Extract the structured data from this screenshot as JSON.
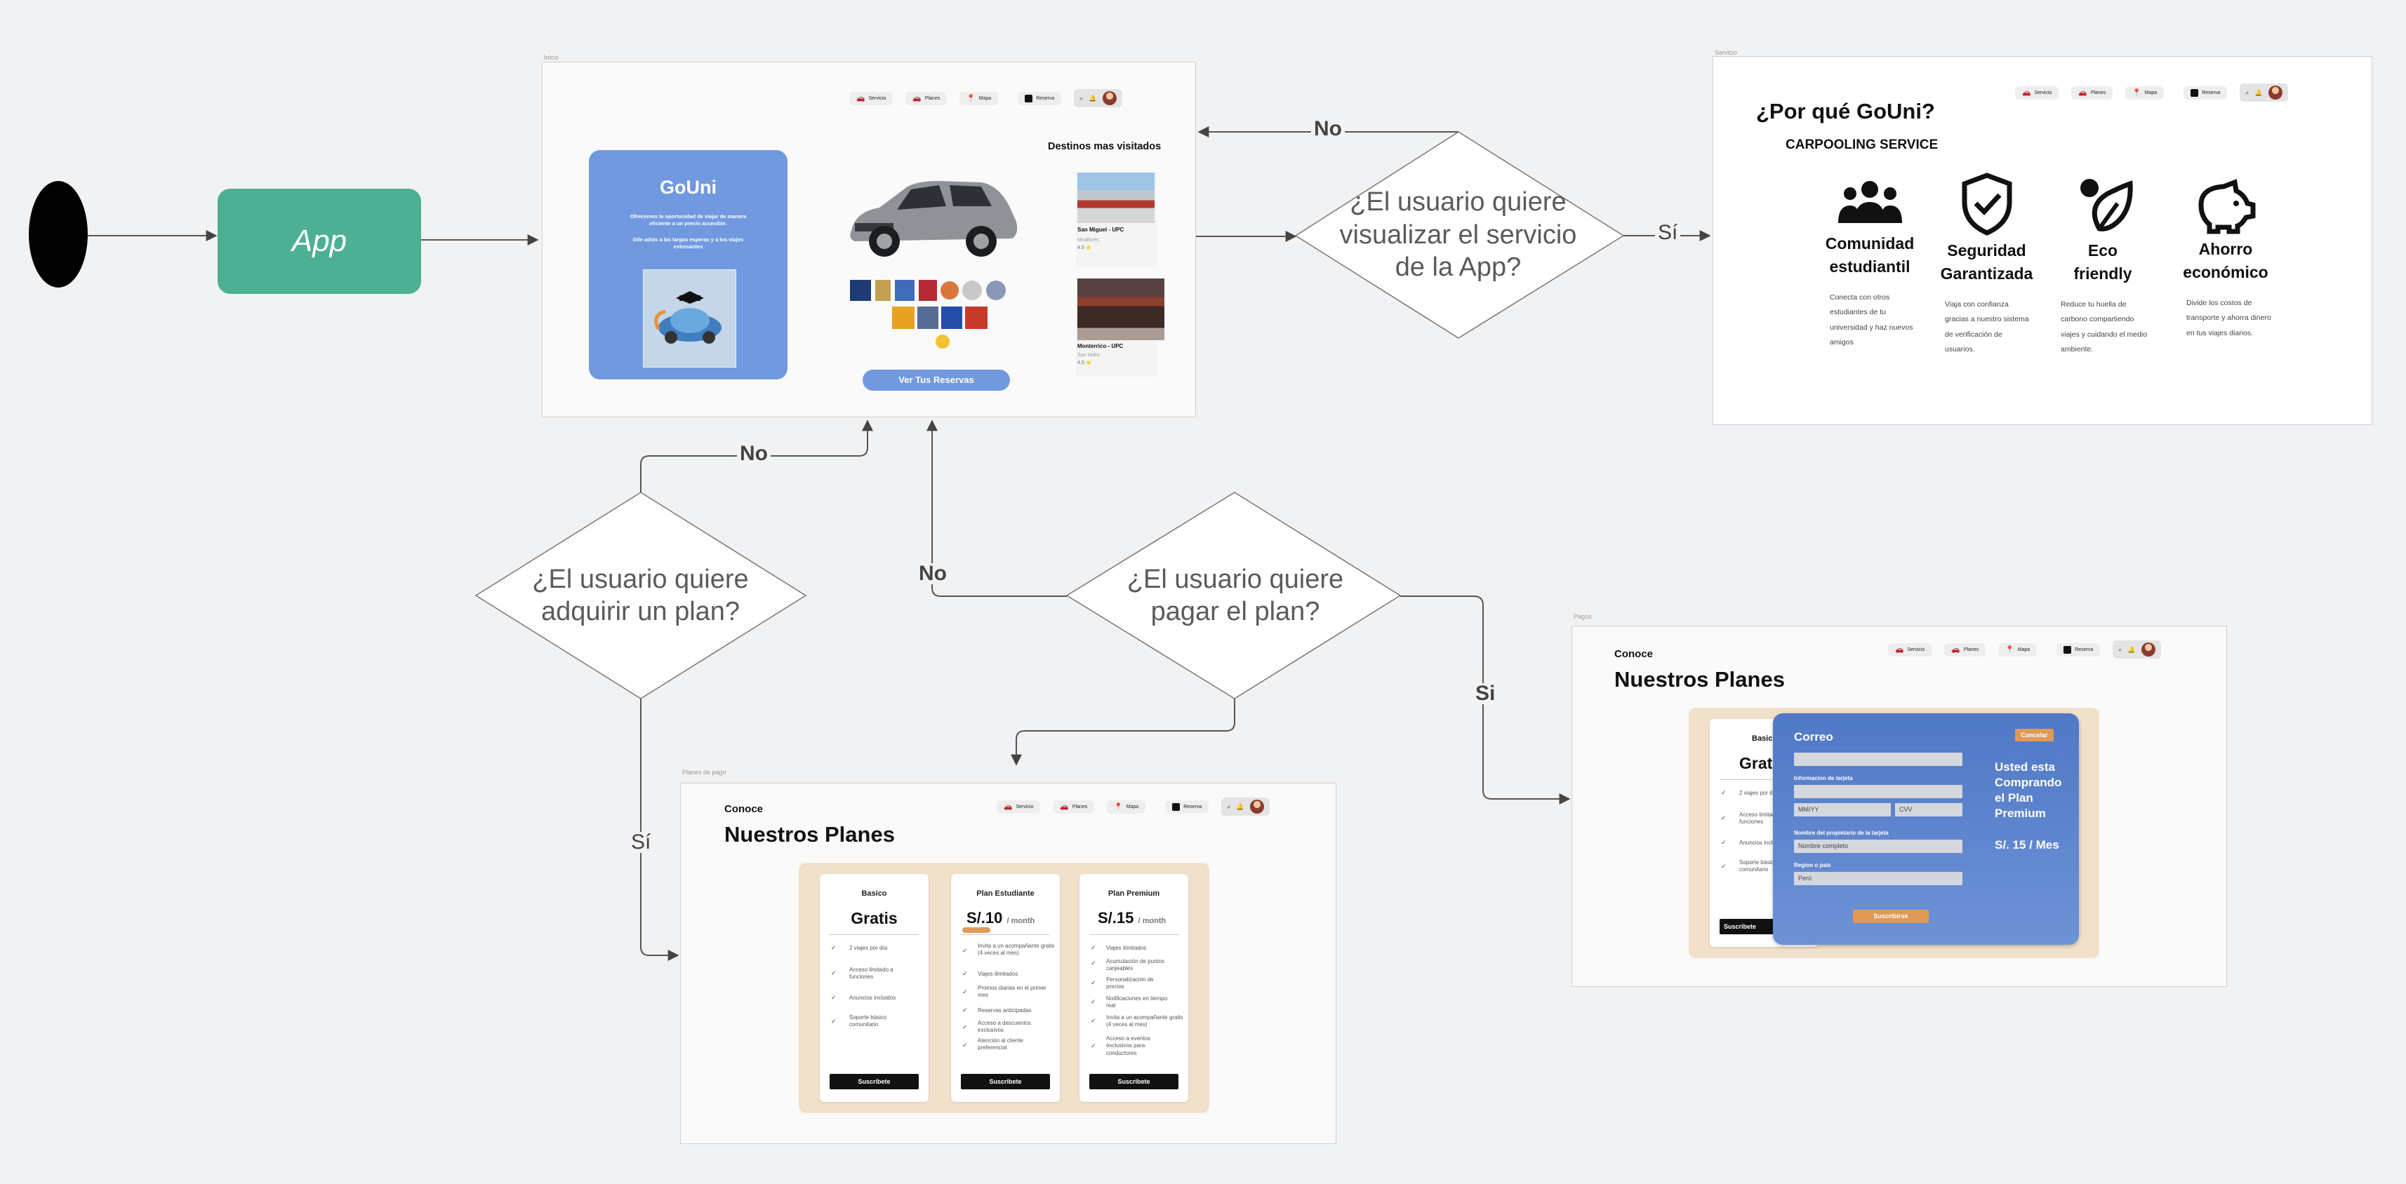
{
  "flow": {
    "app_label": "App",
    "decision_servicio": "¿El usuario quiere visualizar el servicio de la App?",
    "decision_adquirir": "¿El usuario quiere adquirir un plan?",
    "decision_pagar": "¿El usuario quiere pagar el plan?",
    "label_no_servicio": "No",
    "label_si_servicio": "Sí",
    "label_no_adquirir": "No",
    "label_si_adquirir": "Sí",
    "label_no_pagar": "No",
    "label_si_pagar": "Si"
  },
  "nav": {
    "servicio": "Servicio",
    "planes": "Planes",
    "mapa": "Mapa",
    "reserva": "Reserva"
  },
  "inicio": {
    "frame_title": "Inicio",
    "brand": "GoUni",
    "tagline_1": "Ofrecemos la oportunidad de viajar de manera eficiente a un precio accesible.",
    "tagline_2": "Dile adiós a las largas esperas y a los viajes estresantes",
    "destinos_title": "Destinos mas visitados",
    "dest_1_name": "San Miguel - UPC",
    "dest_1_sub": "Miraflores",
    "dest_1_rating": "4.5 ⭐",
    "dest_2_name": "Monterrico - UPC",
    "dest_2_sub": "San Isidro",
    "dest_2_rating": "4.5 ⭐",
    "reservas_button": "Ver Tus Reservas"
  },
  "servicio": {
    "frame_title": "Servicio",
    "heading": "¿Por qué GoUni?",
    "subheading": "CARPOOLING SERVICE",
    "features": [
      {
        "icon": "group-icon",
        "title": "Comunidad estudiantil",
        "desc": "Conecta con otros estudiantes de tu universidad y haz nuevos amigos"
      },
      {
        "icon": "shield-check-icon",
        "title": "Seguridad Garantizada",
        "desc": "Viaja con confianza gracias a nuestro sistema de verificación de usuarios."
      },
      {
        "icon": "leaf-icon",
        "title": "Eco friendly",
        "desc": "Reduce tu huella de carbono compartiendo viajes y cuidando el medio ambiente."
      },
      {
        "icon": "piggy-bank-icon",
        "title": "Ahorro económico",
        "desc": "Divide los costos de transporte y ahorra dinero en tus viajes diarios."
      }
    ]
  },
  "planes": {
    "frame_title": "Planes de pago",
    "kicker": "Conoce",
    "heading": "Nuestros Planes",
    "cards": [
      {
        "name": "Basico",
        "price": "Gratis",
        "per": "",
        "features": [
          "2 viajes por día",
          "Acceso limitado a funciones",
          "Anuncios incluidos",
          "Soporte básico comunitario"
        ],
        "button": "Suscribete"
      },
      {
        "name": "Plan Estudiante",
        "price": "S/.10",
        "per": "/ month",
        "features": [
          "Invita a un acompañante gratis (4 veces al mes)",
          "Viajes ilimitados",
          "Promos diarias en el primer mes",
          "Reservas anticipadas",
          "Acceso a descuentos exclusivos",
          "Atención al cliente preferencial"
        ],
        "button": "Suscribete"
      },
      {
        "name": "Plan Premium",
        "price": "S/.15",
        "per": "/ month",
        "features": [
          "Viajes ilimitados",
          "Acumulación de puntos canjeables",
          "Personalización de precios",
          "Notificaciones en tiempo real",
          "Invita a un acompañante gratis (4 veces al mes)",
          "Acceso a eventos exclusivos para conductores"
        ],
        "button": "Suscribete"
      }
    ]
  },
  "pagos": {
    "frame_title": "Pagos",
    "kicker": "Conoce",
    "heading": "Nuestros Planes",
    "bg_card_name": "Basico",
    "bg_card_price": "Grat",
    "bg_card_features": [
      "2 viajes por día",
      "Acceso limitado a funciones",
      "Anuncios incluidos",
      "Soporte básico comunitario"
    ],
    "bg_card_button": "Suscribete",
    "modal_title": "Correo",
    "cancel_button": "Cancelar",
    "card_info_label": "Informacion de tarjeta",
    "mm_placeholder": "MM/YY",
    "cvv_placeholder": "CVV",
    "owner_label": "Nombre del propietario de la tarjeta",
    "owner_placeholder": "Nombre completo",
    "region_label": "Region o país",
    "region_value": "Perú",
    "subscribe_button": "Suscribirse",
    "summary_text": "Usted esta Comprando el Plan Premium",
    "summary_price": "S/. 15 / Mes"
  },
  "colors": {
    "app_green": "#4daf94",
    "gouni_blue": "#7199e0",
    "plans_bg": "#f1e1cb",
    "modal_blue": "#5b85cf",
    "accent_orange": "#e09a56"
  }
}
